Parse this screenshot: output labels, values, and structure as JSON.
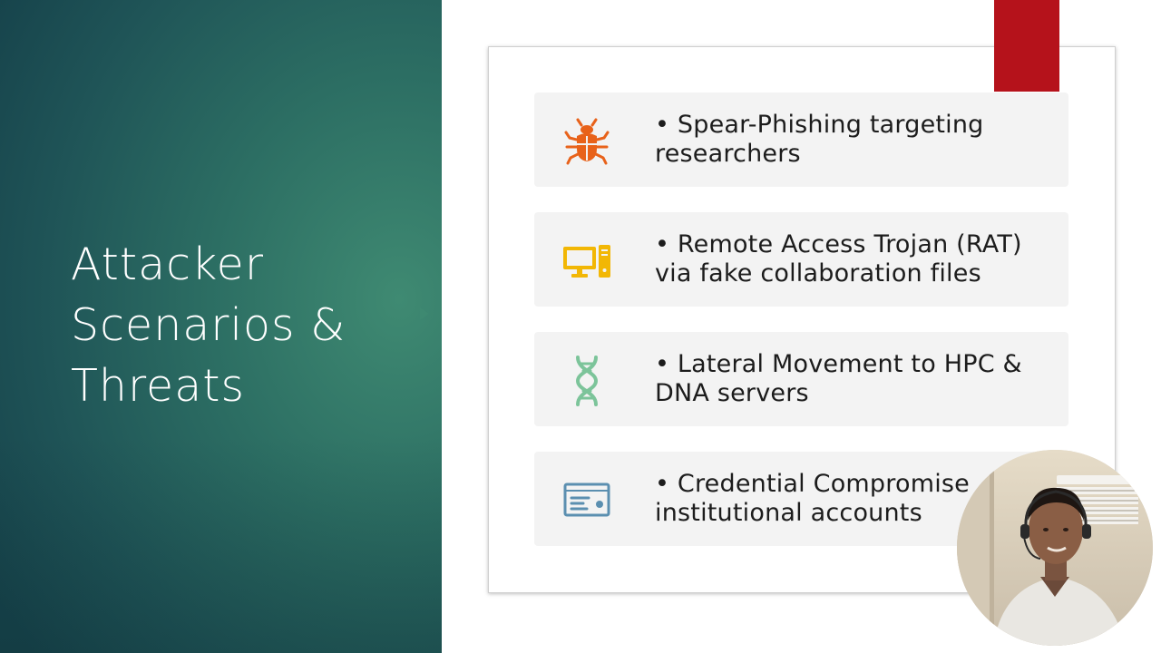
{
  "slide": {
    "title_lines": [
      "Attacker",
      "Scenarios &",
      "Threats"
    ],
    "items": [
      {
        "text": "• Spear-Phishing targeting researchers",
        "icon": "bug-icon",
        "icon_color": "#e8621a"
      },
      {
        "text": "• Remote Access Trojan (RAT) via fake collaboration files",
        "icon": "computer-icon",
        "icon_color": "#f2b705"
      },
      {
        "text": "• Lateral Movement to HPC & DNA servers",
        "icon": "dna-icon",
        "icon_color": "#7cc49a"
      },
      {
        "text": "• Credential Compromise institutional accounts",
        "icon": "credential-card-icon",
        "icon_color": "#5b8fb0"
      }
    ]
  },
  "colors": {
    "panel_dark": "#17444c",
    "panel_light": "#3f8a72",
    "accent_red": "#b5121b",
    "item_bg": "#f3f3f3"
  }
}
